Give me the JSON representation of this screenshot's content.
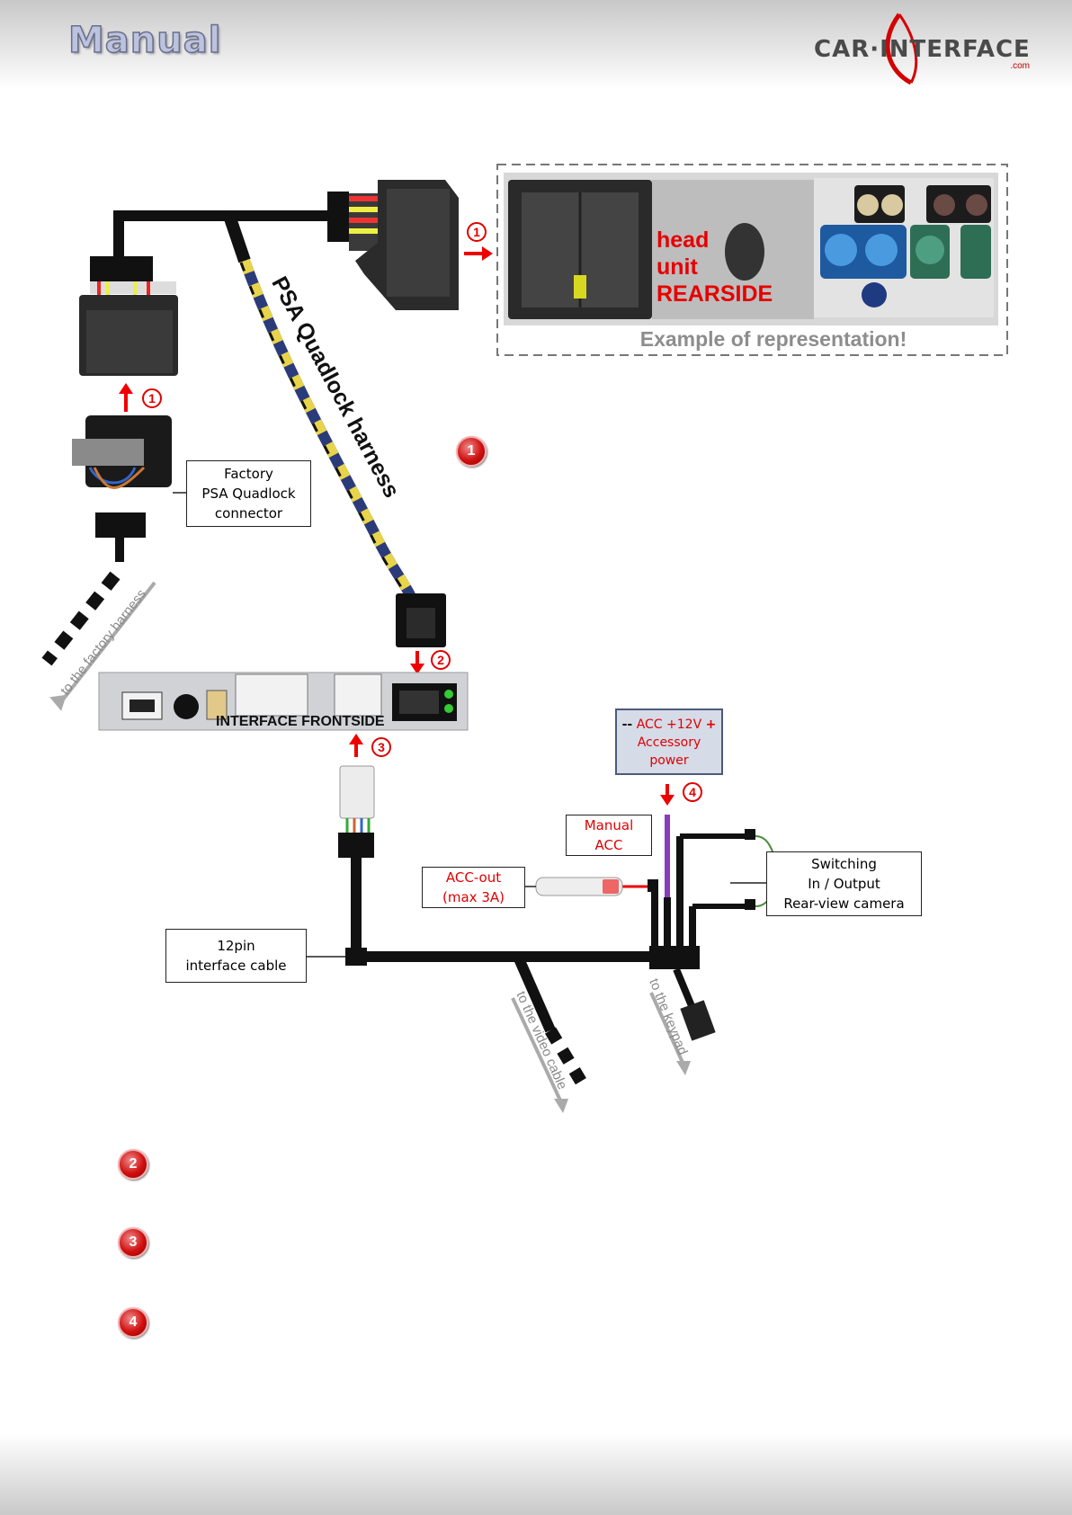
{
  "header": {
    "title": "Manual"
  },
  "logo": {
    "text": "CAR·INTERFACE",
    "suffix": ".com"
  },
  "head_unit": {
    "label_lines": [
      "head",
      "unit",
      "REARSIDE"
    ],
    "caption": "Example of representation!"
  },
  "harness": {
    "label": "PSA Quadlock harness"
  },
  "factory_connector": {
    "lines": [
      "Factory",
      "PSA Quadlock",
      "connector"
    ]
  },
  "factory_harness_label": "to the factory harness",
  "interface": {
    "label": "INTERFACE FRONTSIDE"
  },
  "acc_power": {
    "line1": "ACC +12V",
    "line2": "Accessory",
    "line3": "power",
    "minus": "--",
    "plus": "+"
  },
  "manual_acc": {
    "lines": [
      "Manual",
      "ACC"
    ]
  },
  "acc_out": {
    "lines": [
      "ACC-out",
      "(max 3A)"
    ]
  },
  "switching": {
    "lines": [
      "Switching",
      "In / Output",
      "Rear-view camera"
    ]
  },
  "cable_12pin": {
    "lines": [
      "12pin",
      "interface cable"
    ]
  },
  "video_label": "to the video cable",
  "keypad_label": "to the keypad",
  "steps": {
    "one": "1",
    "two": "2",
    "three": "3",
    "four": "4"
  },
  "colors": {
    "red": "#e00000",
    "cable": "#111111",
    "accent_blue": "#2f64c8",
    "purple": "#8a3cc0"
  }
}
